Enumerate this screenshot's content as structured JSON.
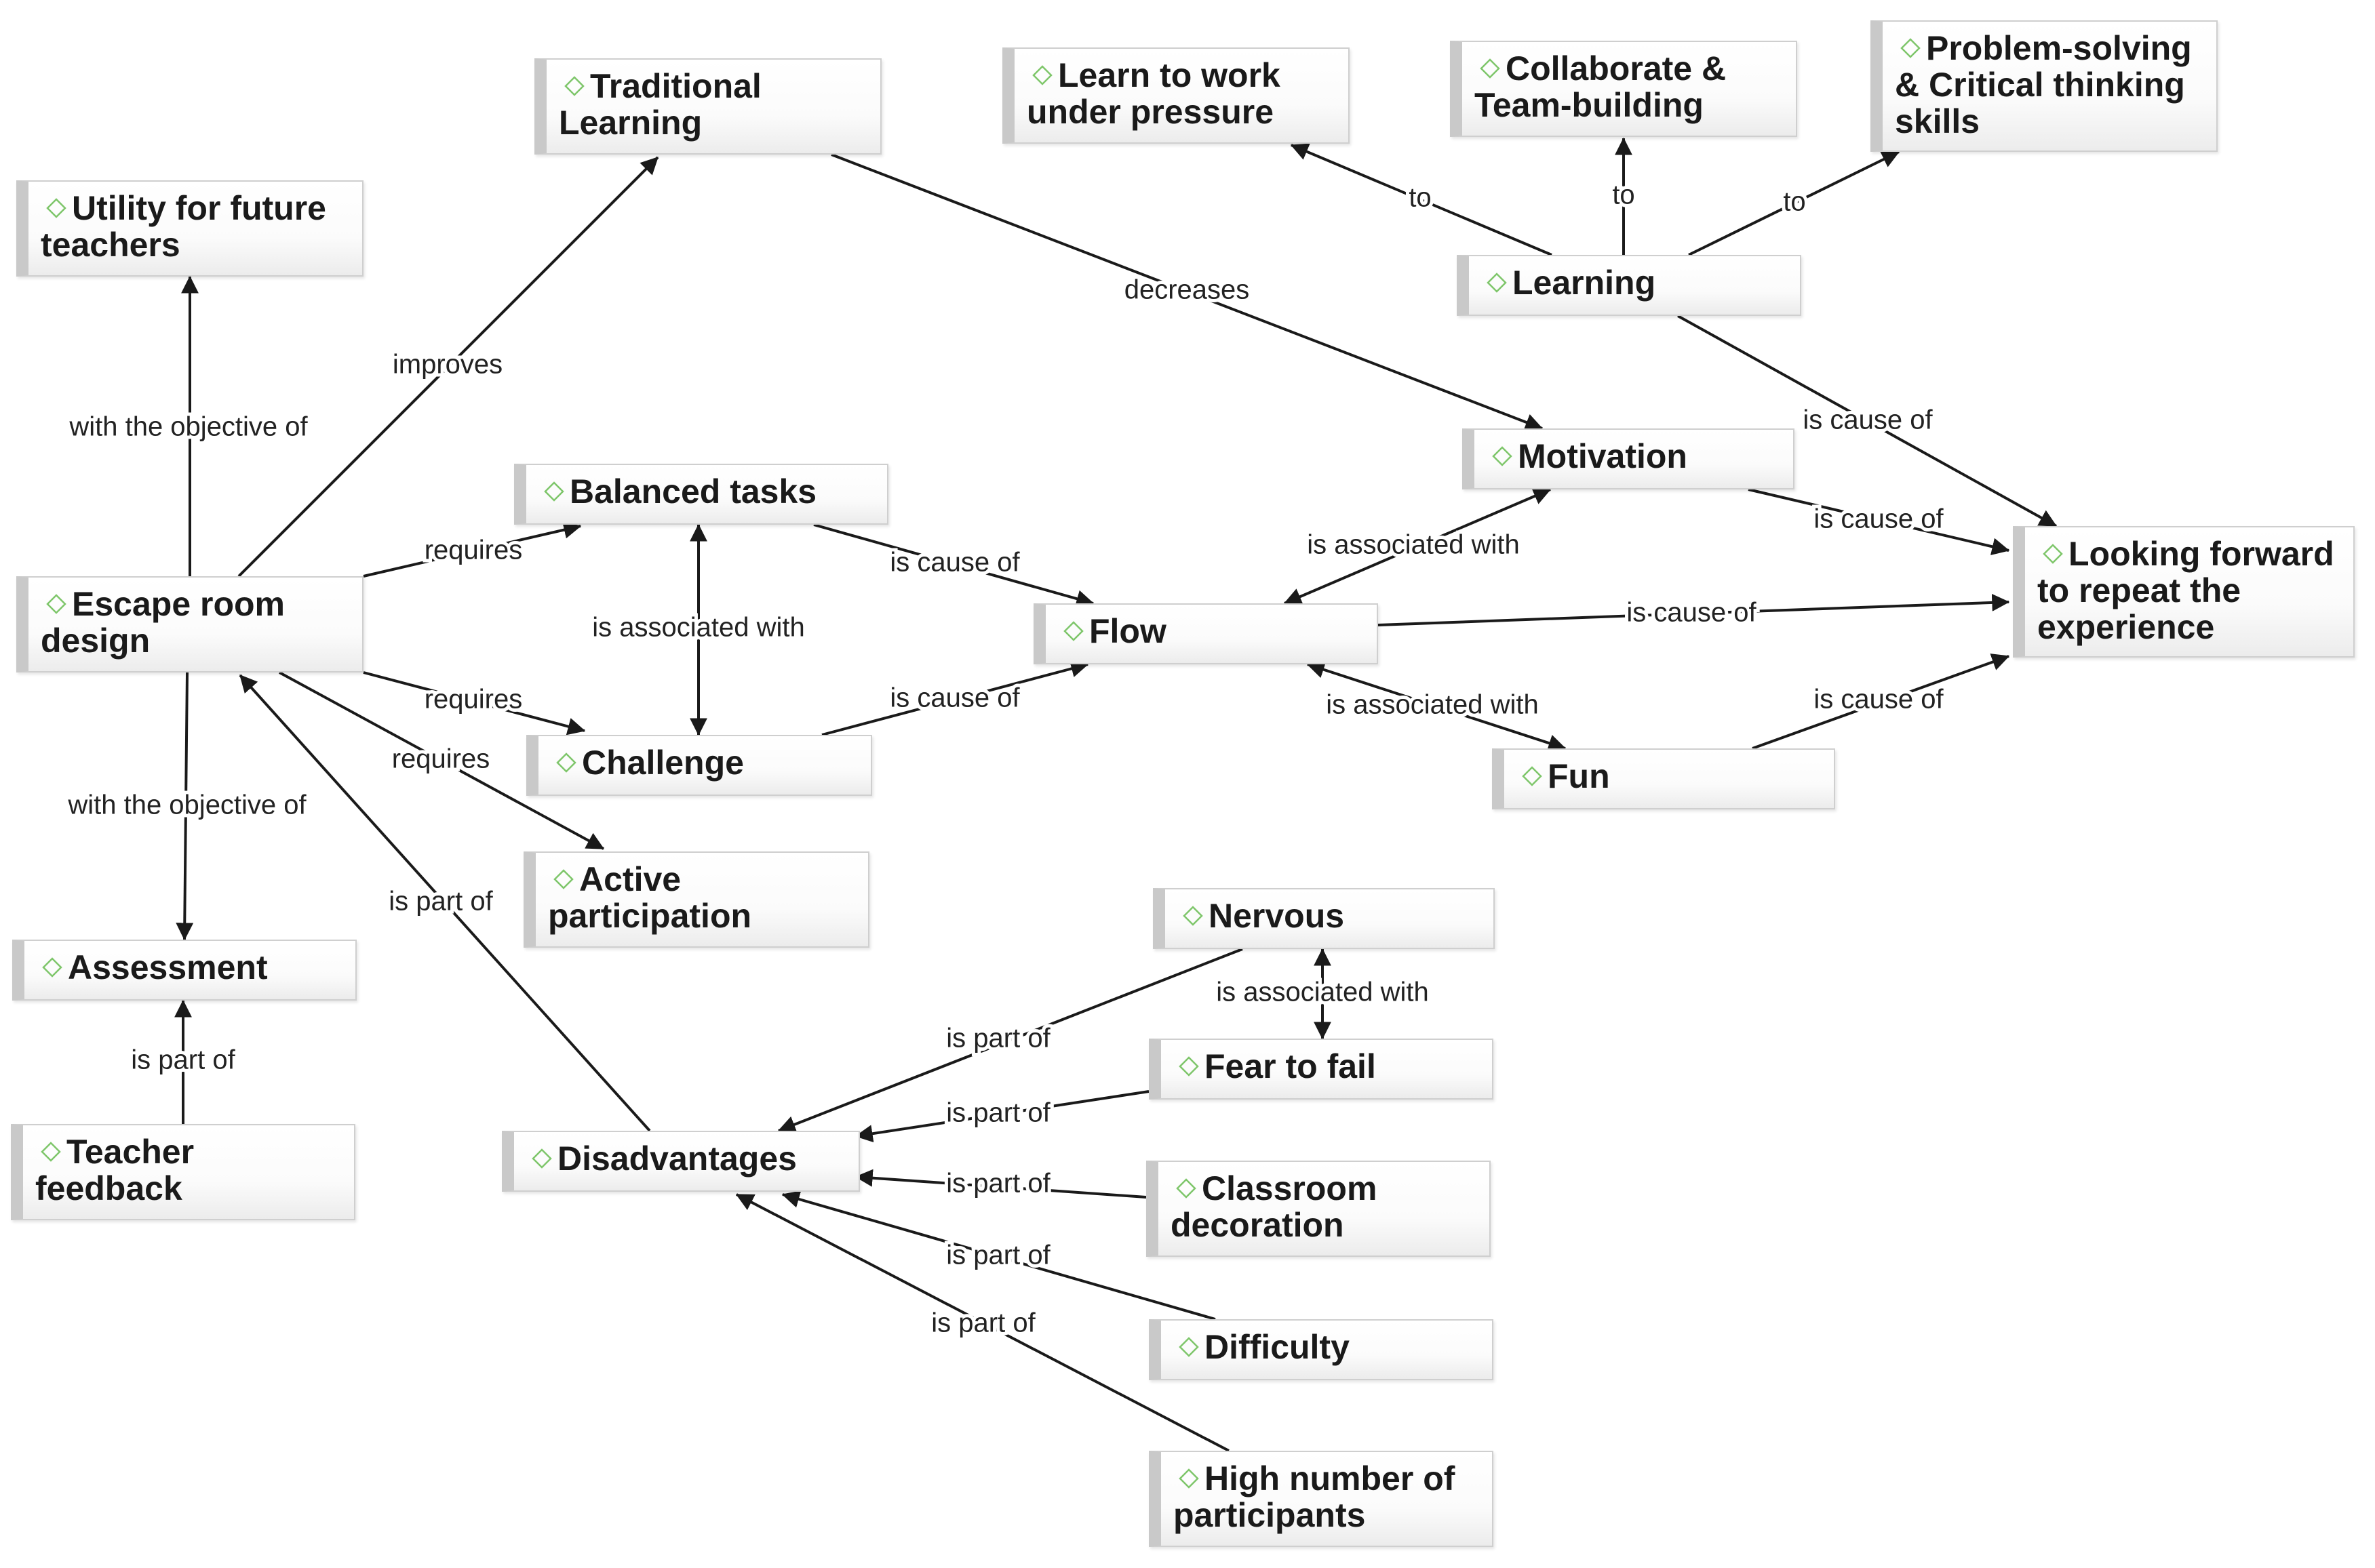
{
  "nodes": [
    {
      "id": "utility",
      "label": "Utility for future teachers"
    },
    {
      "id": "traditional",
      "label": "Traditional Learning"
    },
    {
      "id": "pressure",
      "label": "Learn to work under pressure"
    },
    {
      "id": "collaborate",
      "label": "Collaborate & Team-building"
    },
    {
      "id": "problem",
      "label": "Problem-solving & Critical thinking skills"
    },
    {
      "id": "learning",
      "label": "Learning"
    },
    {
      "id": "motivation",
      "label": "Motivation"
    },
    {
      "id": "balanced",
      "label": "Balanced tasks"
    },
    {
      "id": "escape",
      "label": "Escape room design"
    },
    {
      "id": "flow",
      "label": "Flow"
    },
    {
      "id": "looking",
      "label": "Looking forward to repeat the experience"
    },
    {
      "id": "challenge",
      "label": "Challenge"
    },
    {
      "id": "fun",
      "label": "Fun"
    },
    {
      "id": "active",
      "label": "Active participation"
    },
    {
      "id": "assessment",
      "label": "Assessment"
    },
    {
      "id": "nervous",
      "label": "Nervous"
    },
    {
      "id": "fear",
      "label": "Fear to fail"
    },
    {
      "id": "teacher",
      "label": "Teacher feedback"
    },
    {
      "id": "disadvantages",
      "label": "Disadvantages"
    },
    {
      "id": "classroom",
      "label": "Classroom decoration"
    },
    {
      "id": "difficulty",
      "label": "Difficulty"
    },
    {
      "id": "participants",
      "label": "High number of participants"
    }
  ],
  "edges": [
    {
      "from": "escape",
      "to": "utility",
      "label": "with the objective of"
    },
    {
      "from": "escape",
      "to": "assessment",
      "label": "with the objective of"
    },
    {
      "from": "escape",
      "to": "traditional",
      "label": "improves"
    },
    {
      "from": "escape",
      "to": "balanced",
      "label": "requires"
    },
    {
      "from": "escape",
      "to": "challenge",
      "label": "requires"
    },
    {
      "from": "escape",
      "to": "active",
      "label": "requires"
    },
    {
      "from": "traditional",
      "to": "motivation",
      "label": "decreases"
    },
    {
      "from": "learning",
      "to": "pressure",
      "label": "to"
    },
    {
      "from": "learning",
      "to": "collaborate",
      "label": "to"
    },
    {
      "from": "learning",
      "to": "problem",
      "label": "to"
    },
    {
      "from": "learning",
      "to": "looking",
      "label": "is cause of"
    },
    {
      "from": "motivation",
      "to": "looking",
      "label": "is cause of"
    },
    {
      "from": "balanced",
      "to": "challenge",
      "label": "is associated with",
      "bidirectional": true
    },
    {
      "from": "balanced",
      "to": "flow",
      "label": "is cause of"
    },
    {
      "from": "challenge",
      "to": "flow",
      "label": "is cause of"
    },
    {
      "from": "flow",
      "to": "motivation",
      "label": "is associated with",
      "bidirectional": true
    },
    {
      "from": "flow",
      "to": "looking",
      "label": "is cause of"
    },
    {
      "from": "flow",
      "to": "fun",
      "label": "is associated with",
      "bidirectional": true
    },
    {
      "from": "fun",
      "to": "looking",
      "label": "is cause of"
    },
    {
      "from": "teacher",
      "to": "assessment",
      "label": "is part of"
    },
    {
      "from": "disadvantages",
      "to": "escape",
      "label": "is part of"
    },
    {
      "from": "nervous",
      "to": "fear",
      "label": "is associated with",
      "bidirectional": true
    },
    {
      "from": "nervous",
      "to": "disadvantages",
      "label": "is part of"
    },
    {
      "from": "fear",
      "to": "disadvantages",
      "label": "is part of"
    },
    {
      "from": "classroom",
      "to": "disadvantages",
      "label": "is part of"
    },
    {
      "from": "difficulty",
      "to": "disadvantages",
      "label": "is part of"
    },
    {
      "from": "participants",
      "to": "disadvantages",
      "label": "is part of"
    }
  ],
  "colors": {
    "icon_stroke": "#7ec66a",
    "node_border": "#cfcfcf",
    "node_tab": "#c9c9c9",
    "edge": "#1a1a1a",
    "text": "#1a1a1a"
  },
  "icons": {
    "node": "diamond-icon"
  }
}
